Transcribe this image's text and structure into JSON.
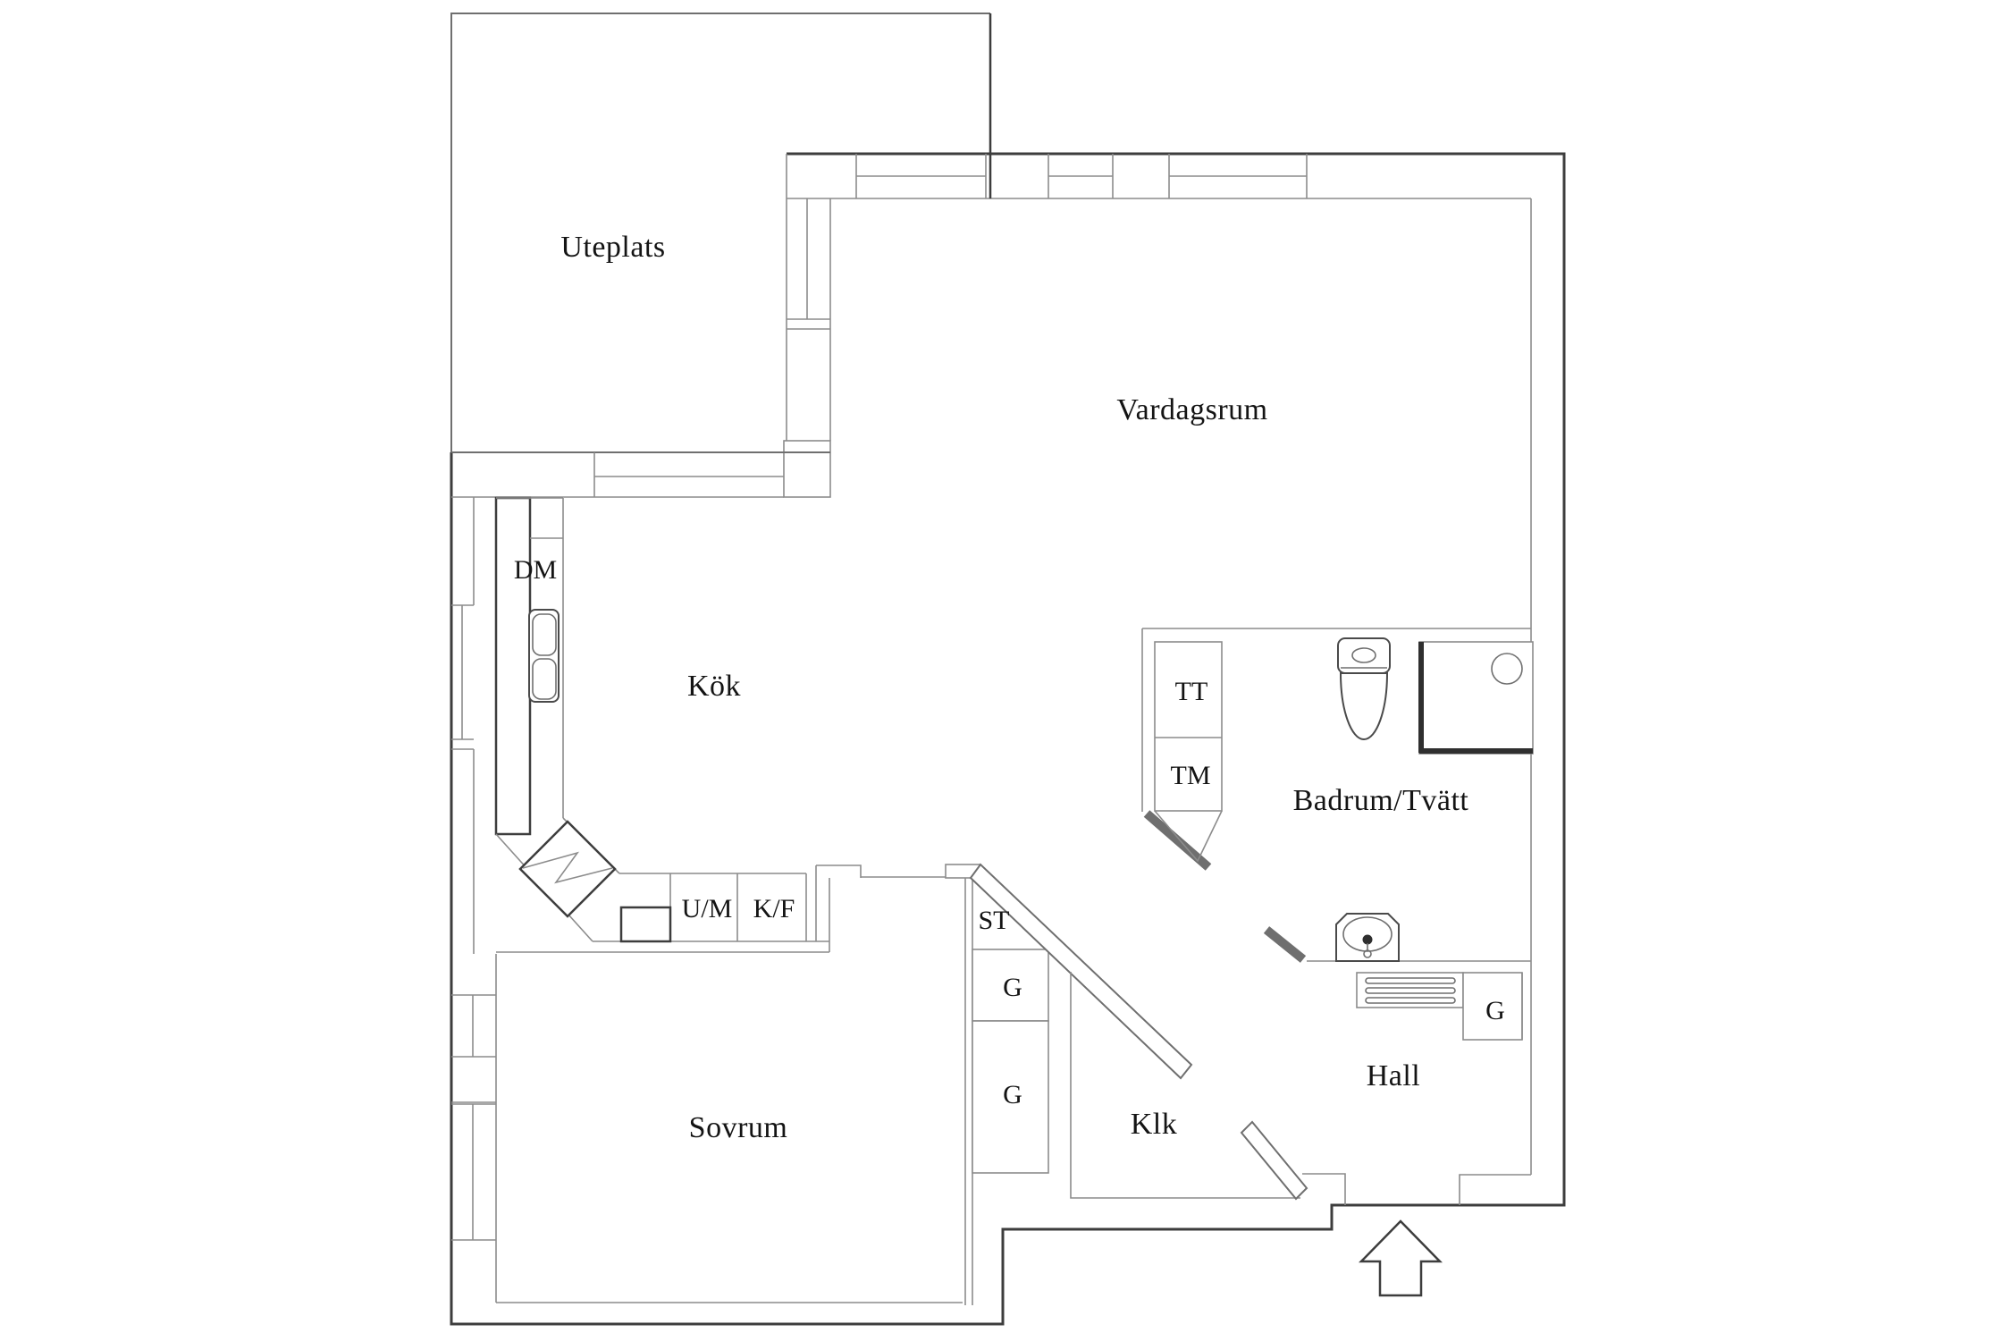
{
  "page": {
    "title": "Apartment floor plan",
    "background": "#ffffff"
  },
  "colors": {
    "wall_dark": "#3d3d3d",
    "wall_medium": "#6f6f6f",
    "wall_light": "#8c8c8c",
    "text": "#141414"
  },
  "labels": {
    "uteplats": "Uteplats",
    "vardagsrum": "Vardagsrum",
    "kok": "Kök",
    "badrum_tvatt": "Badrum/Tvätt",
    "sovrum": "Sovrum",
    "klk": "Klk",
    "hall": "Hall",
    "dm": "DM",
    "um": "U/M",
    "kf": "K/F",
    "tt": "TT",
    "tm": "TM",
    "st": "ST",
    "g1": "G",
    "g2": "G",
    "g3": "G"
  }
}
